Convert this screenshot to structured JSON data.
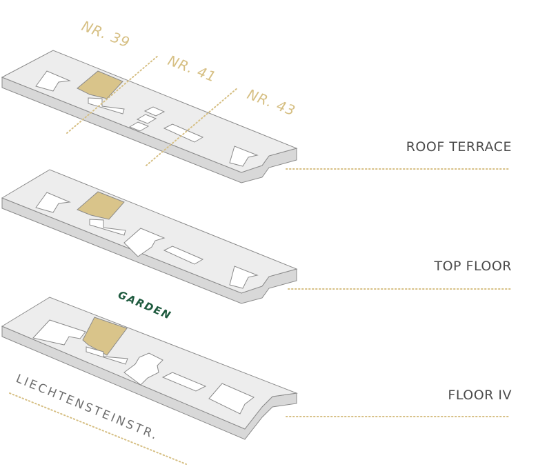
{
  "labels": {
    "house_numbers": [
      "NR. 39",
      "NR. 41",
      "NR. 43"
    ],
    "floors": [
      "ROOF TERRACE",
      "TOP FLOOR",
      "FLOOR IV"
    ],
    "garden": "GARDEN",
    "street": "LIECHTENSTEINSTR."
  },
  "colors": {
    "background": "#ffffff",
    "slab_top": "#ededed",
    "slab_side": "#d8d8d8",
    "outline": "#8a8a8a",
    "highlight": "#d9c48a",
    "accent_gold": "#d6bf83",
    "label_text": "#4a4a4a",
    "garden_green": "#1e5a3e",
    "street_text": "#6e6e6e"
  }
}
